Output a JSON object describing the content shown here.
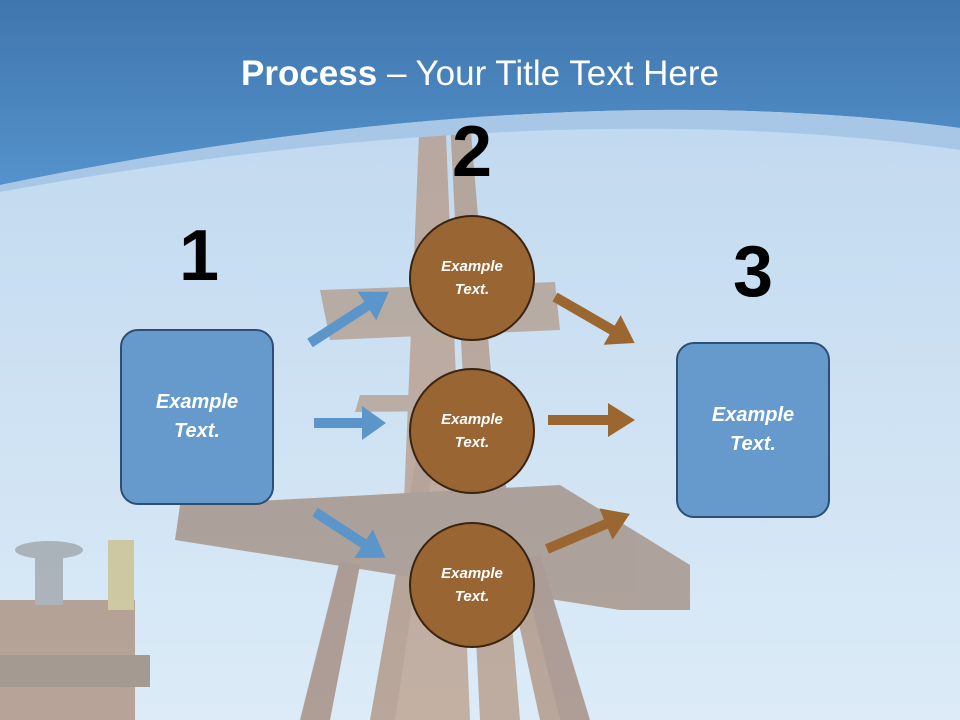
{
  "title": {
    "bold": "Process",
    "rest": " – Your Title Text Here"
  },
  "steps": [
    {
      "number": "1",
      "label": "Example Text."
    },
    {
      "number": "2",
      "labels": [
        "Example Text.",
        "Example Text.",
        "Example Text."
      ]
    },
    {
      "number": "3",
      "label": "Example Text."
    }
  ],
  "colors": {
    "box_fill": "#6699cc",
    "circle_fill": "#996633",
    "left_arrows": "#5b95c9",
    "right_arrows": "#9c6630",
    "header": "#4b86bd"
  }
}
